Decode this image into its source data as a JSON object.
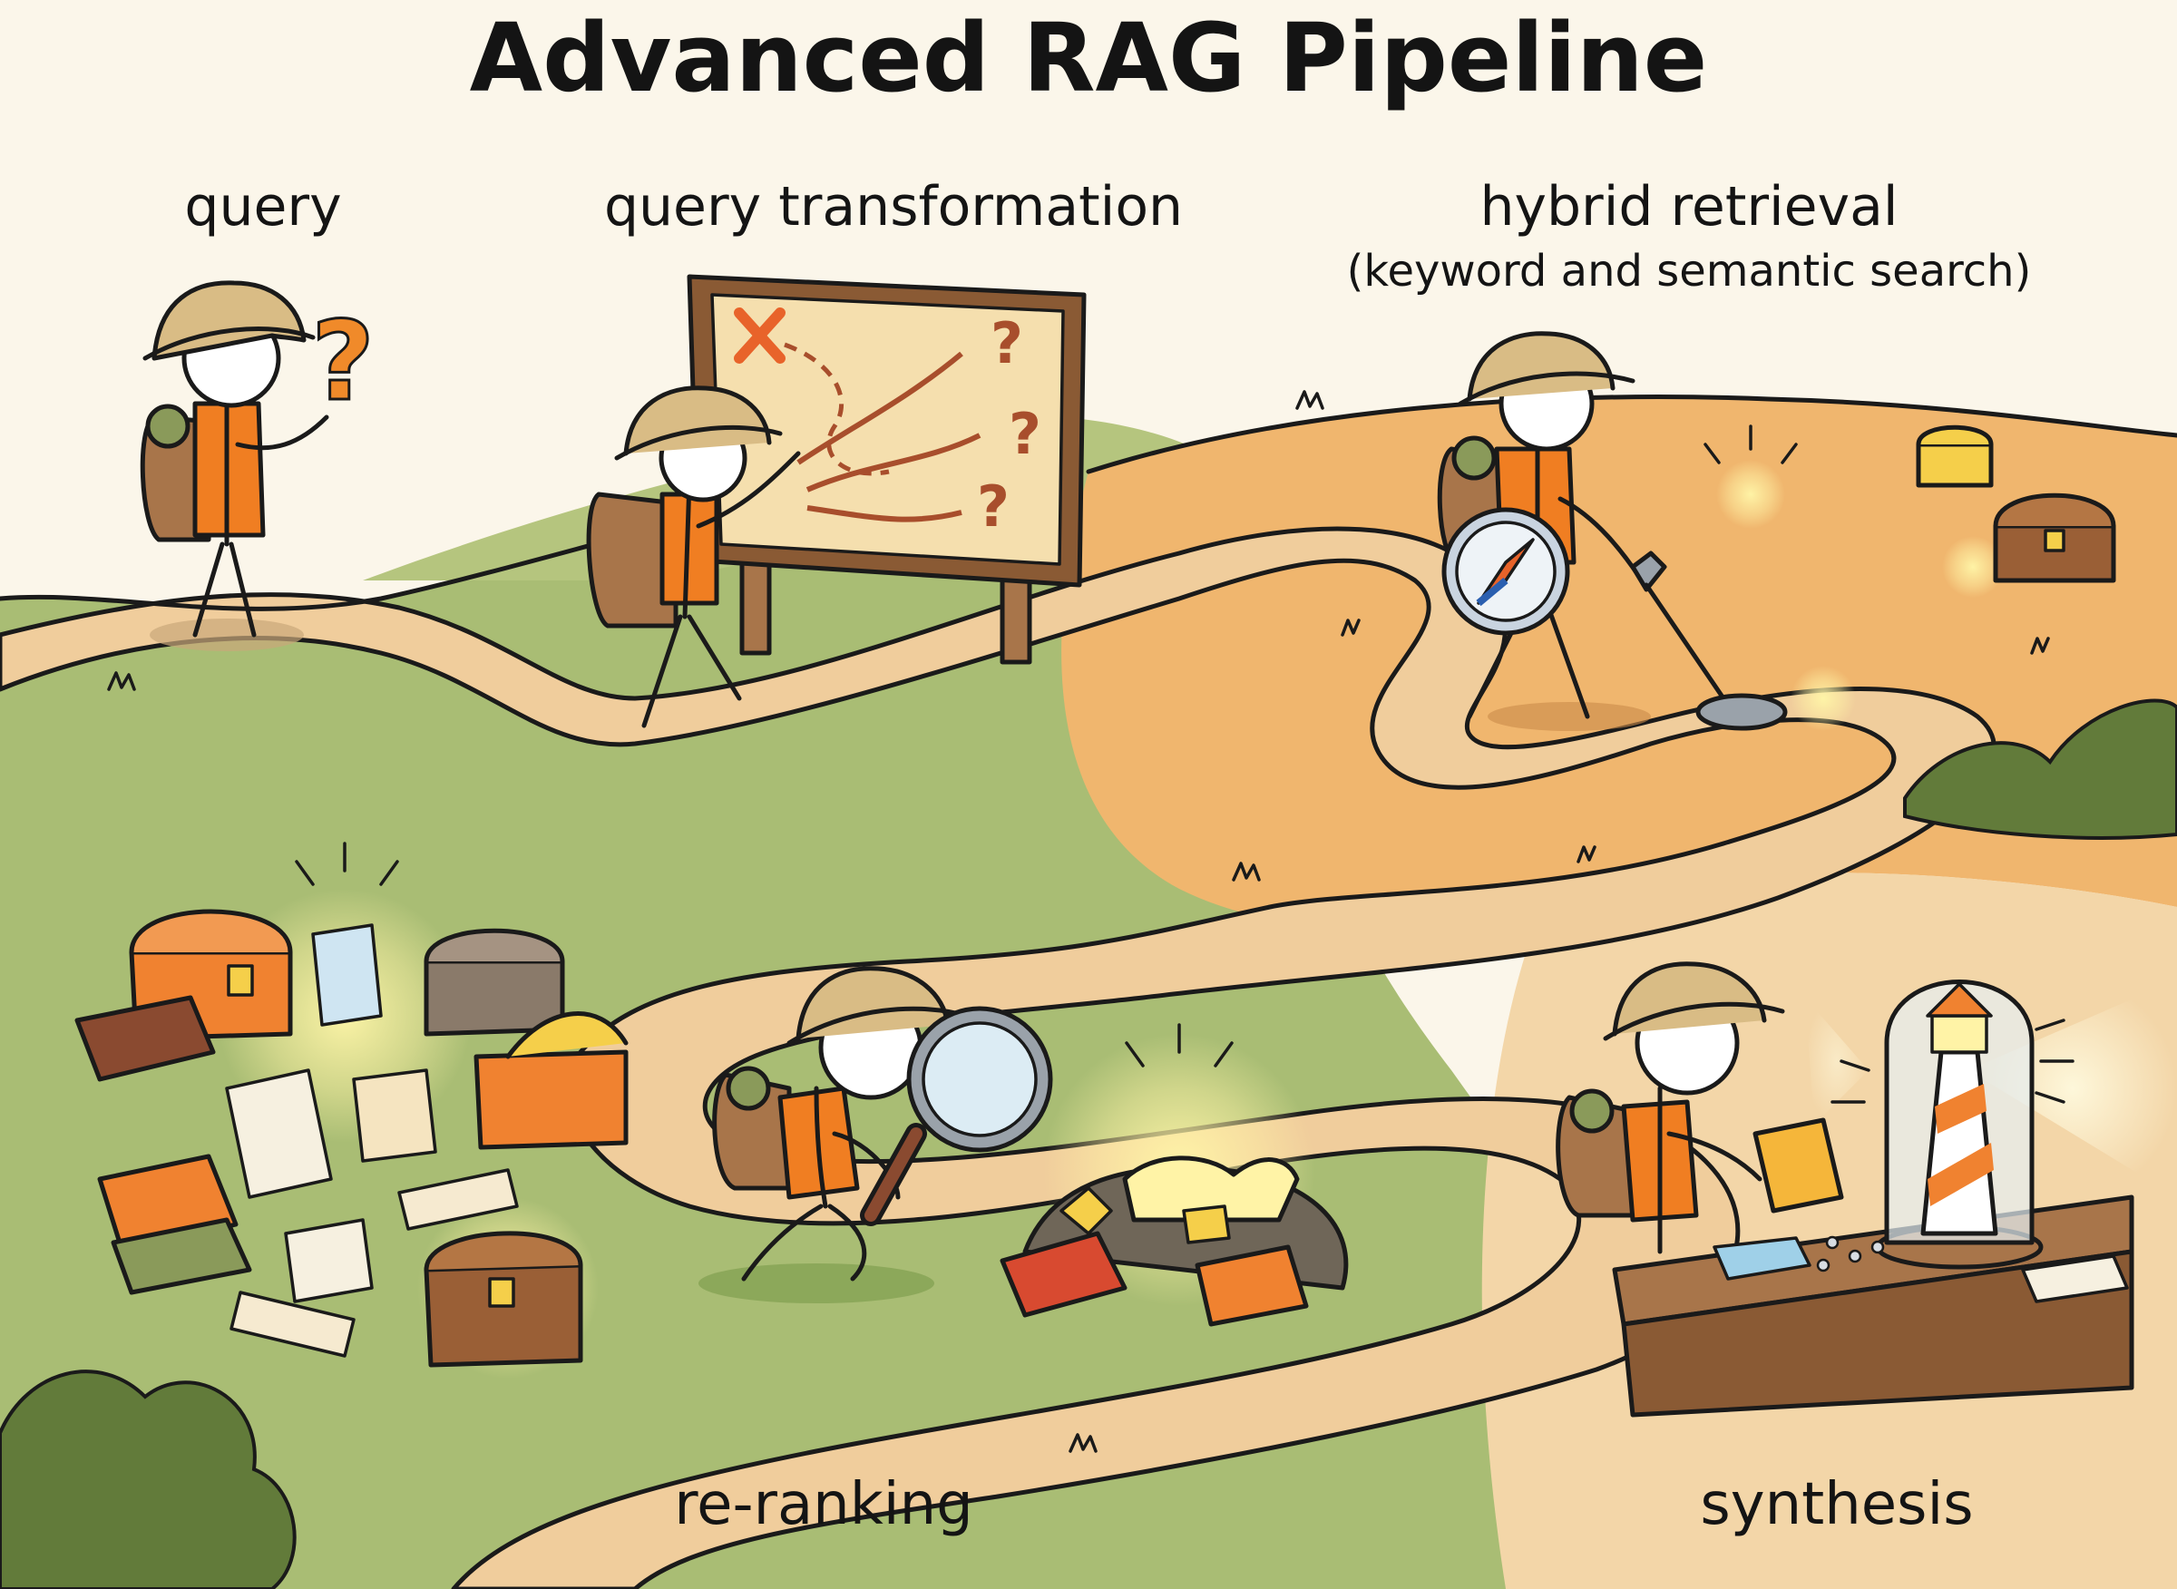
{
  "title": "Advanced RAG Pipeline",
  "stages": {
    "query": {
      "label": "query"
    },
    "query_transformation": {
      "label": "query transformation"
    },
    "hybrid_retrieval": {
      "label": "hybrid retrieval",
      "sublabel": "(keyword and semantic search)"
    },
    "re_ranking": {
      "label": "re-ranking"
    },
    "synthesis": {
      "label": "synthesis"
    }
  },
  "map": {
    "marks": [
      "?",
      "?",
      "?"
    ]
  },
  "icons": {
    "query": "question-mark-icon",
    "query_transformation": "treasure-map-board-icon",
    "hybrid_retrieval": [
      "compass-icon",
      "metal-detector-icon",
      "treasure-chest-icon"
    ],
    "re_ranking": "magnifying-glass-icon",
    "synthesis": "lighthouse-icon"
  },
  "colors": {
    "background": "#fbf6ea",
    "grass": "#a9bd74",
    "path": "#f0cd9c",
    "orange_field": "#f0b66e",
    "vest": "#f07e22",
    "hat": "#d9bc85",
    "backpack": "#a8754a",
    "chest_orange": "#f08230",
    "chest_brown": "#9a5f36",
    "glow": "#fff3a6",
    "map_arrow": "#a84e2c",
    "map_cross": "#e8632a"
  }
}
